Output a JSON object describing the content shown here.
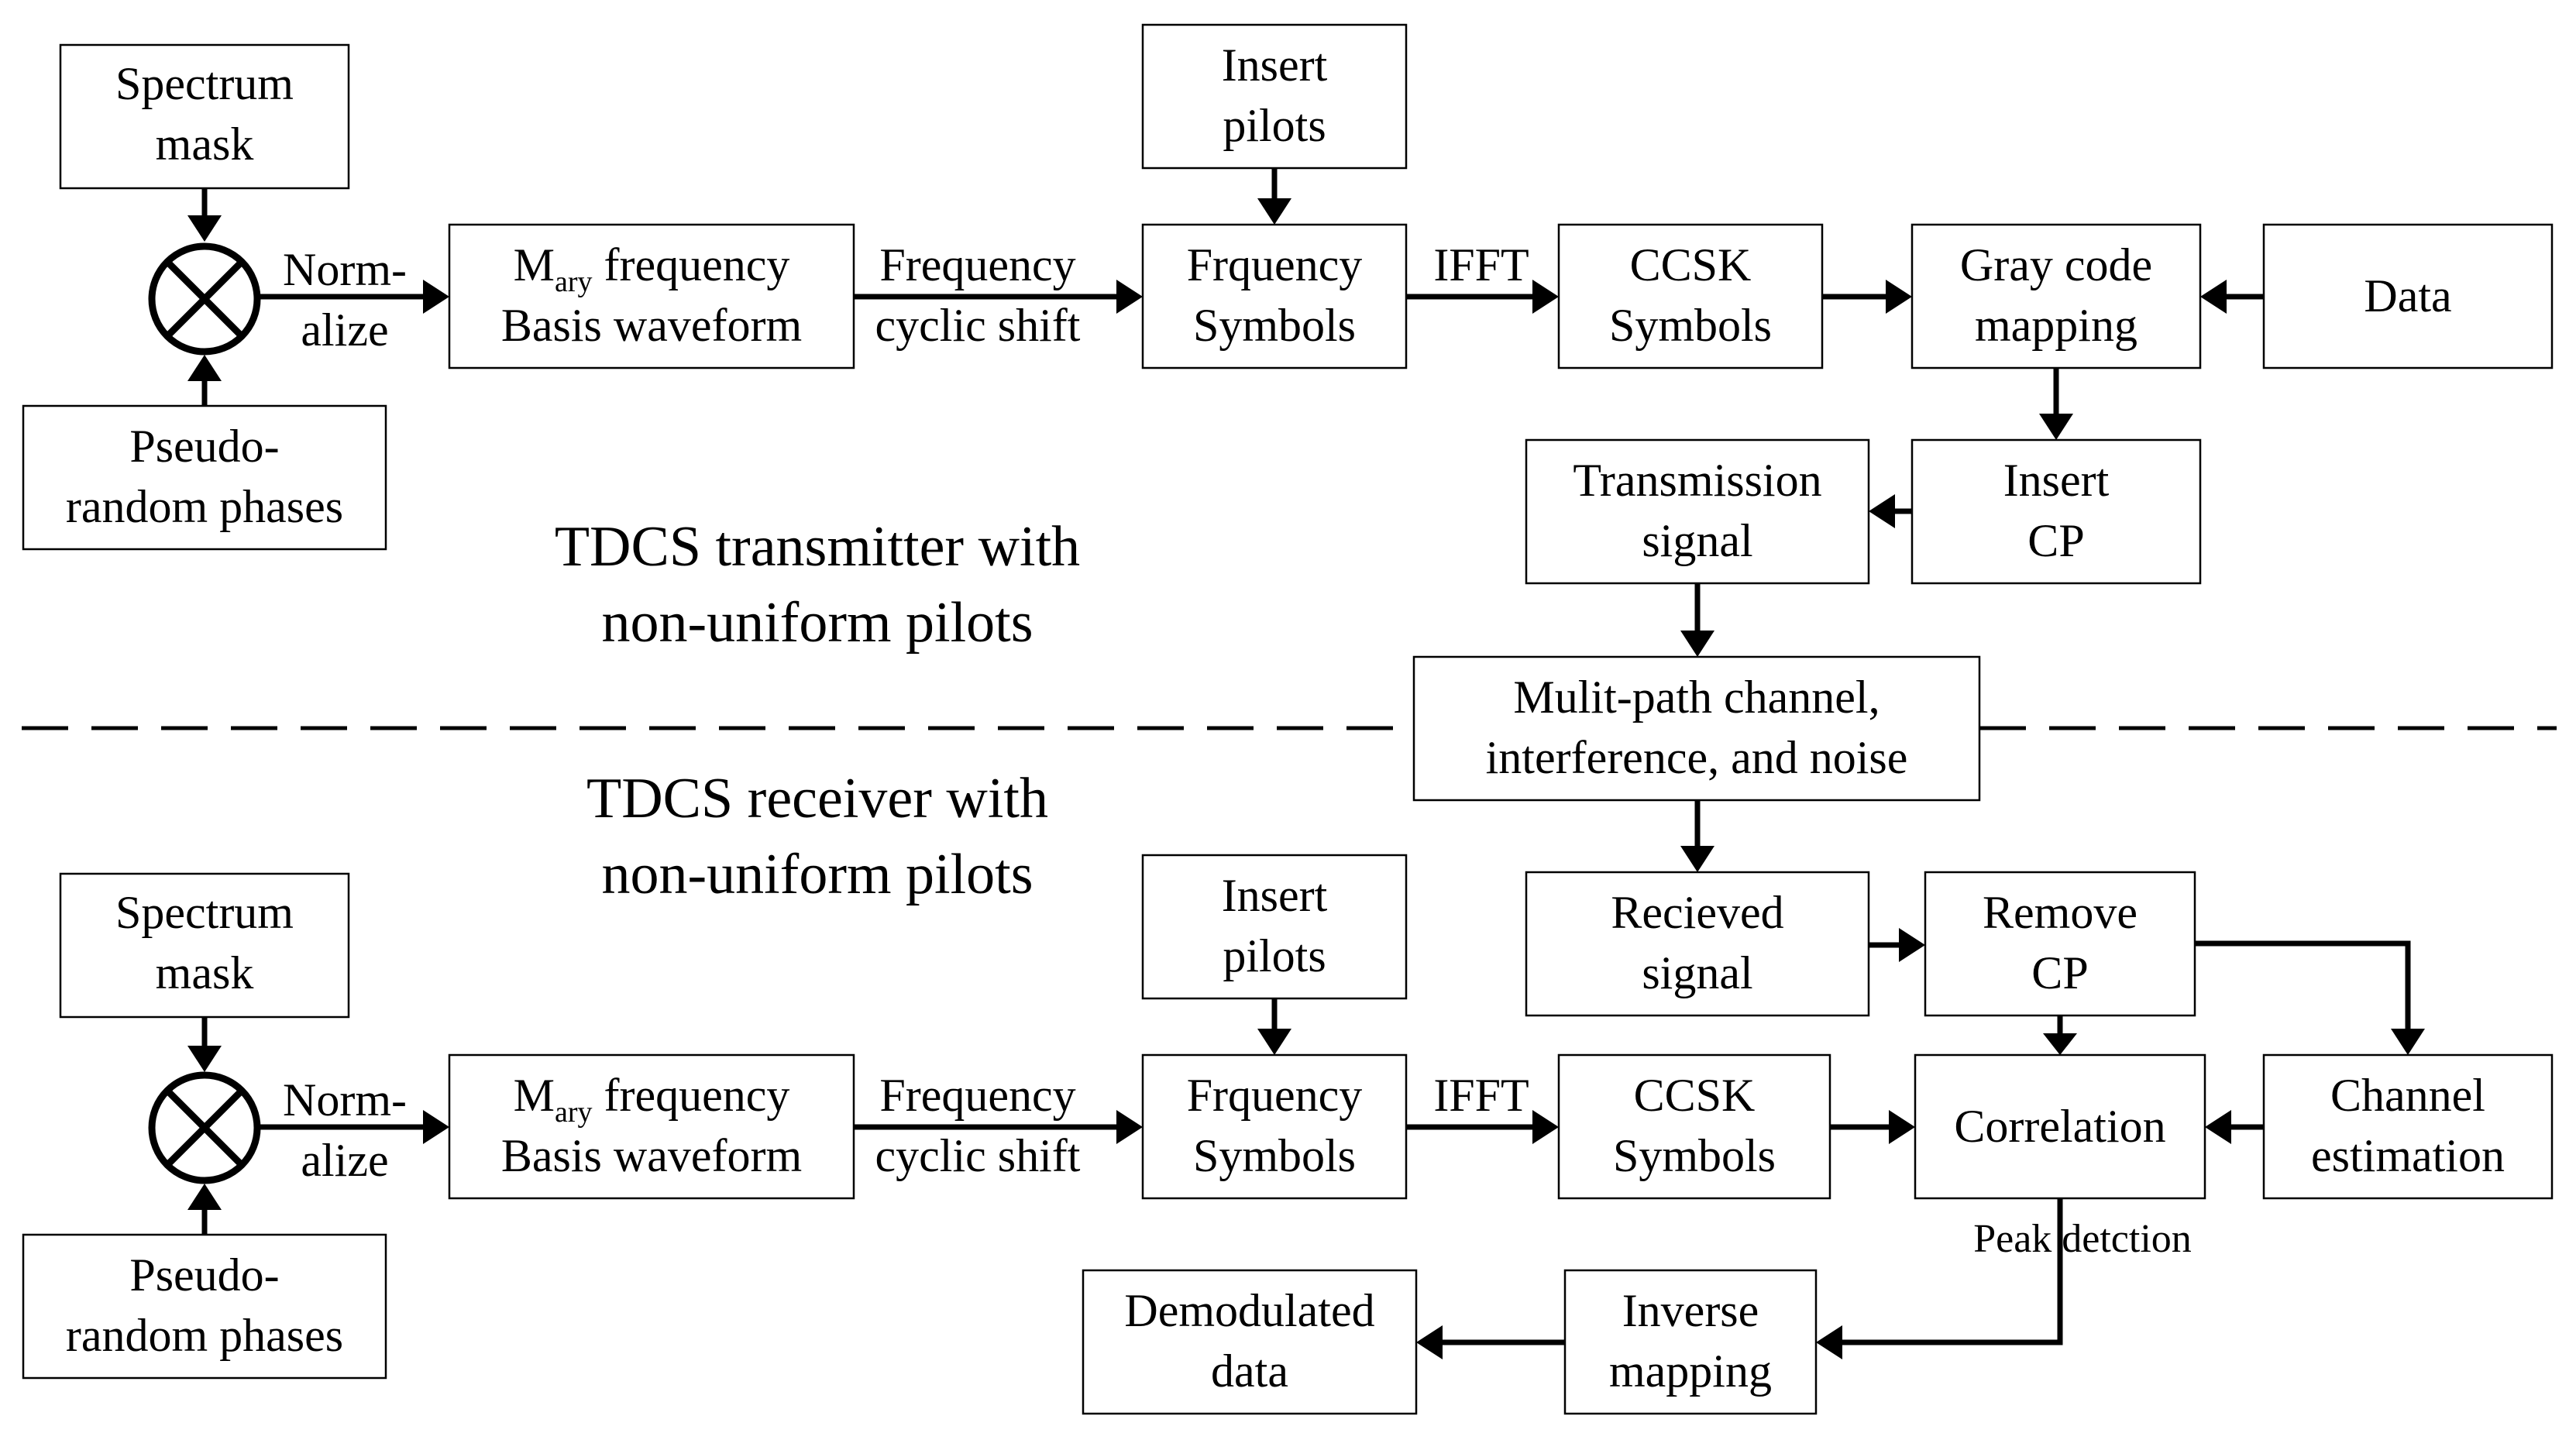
{
  "transmitter": {
    "title_line1": "TDCS transmitter with",
    "title_line2": "non-uniform pilots",
    "spectrum_mask": [
      "Spectrum",
      "mask"
    ],
    "pseudo_random": [
      "Pseudo-",
      "random phases"
    ],
    "normalize": [
      "Norm-",
      "alize"
    ],
    "mary": {
      "m": "M",
      "sub": "ary",
      "rest": " frequency",
      "line2": "Basis waveform"
    },
    "cyclic_shift": [
      "Frequency",
      "cyclic shift"
    ],
    "insert_pilots": [
      "Insert",
      "pilots"
    ],
    "freq_symbols": [
      "Frquency",
      "Symbols"
    ],
    "ifft": "IFFT",
    "ccsk": [
      "CCSK",
      "Symbols"
    ],
    "gray": [
      "Gray code",
      "mapping"
    ],
    "data": "Data",
    "insert_cp": [
      "Insert",
      "CP"
    ],
    "transmission": [
      "Transmission",
      "signal"
    ]
  },
  "channel": [
    "Mulit-path channel,",
    "interference, and noise"
  ],
  "receiver": {
    "title_line1": "TDCS  receiver with",
    "title_line2": "non-uniform pilots",
    "spectrum_mask": [
      "Spectrum",
      "mask"
    ],
    "pseudo_random": [
      "Pseudo-",
      "random phases"
    ],
    "normalize": [
      "Norm-",
      "alize"
    ],
    "mary": {
      "m": "M",
      "sub": "ary",
      "rest": " frequency",
      "line2": "Basis waveform"
    },
    "cyclic_shift": [
      "Frequency",
      "cyclic shift"
    ],
    "insert_pilots": [
      "Insert",
      "pilots"
    ],
    "freq_symbols": [
      "Frquency",
      "Symbols"
    ],
    "ifft": "IFFT",
    "ccsk": [
      "CCSK",
      "Symbols"
    ],
    "received": [
      "Recieved",
      "signal"
    ],
    "remove_cp": [
      "Remove",
      "CP"
    ],
    "correlation": "Correlation",
    "channel_est": [
      "Channel",
      "estimation"
    ],
    "peak_detection": "Peak  detction",
    "inverse_mapping": [
      "Inverse",
      "mapping"
    ],
    "demodulated": [
      "Demodulated",
      "data"
    ]
  }
}
